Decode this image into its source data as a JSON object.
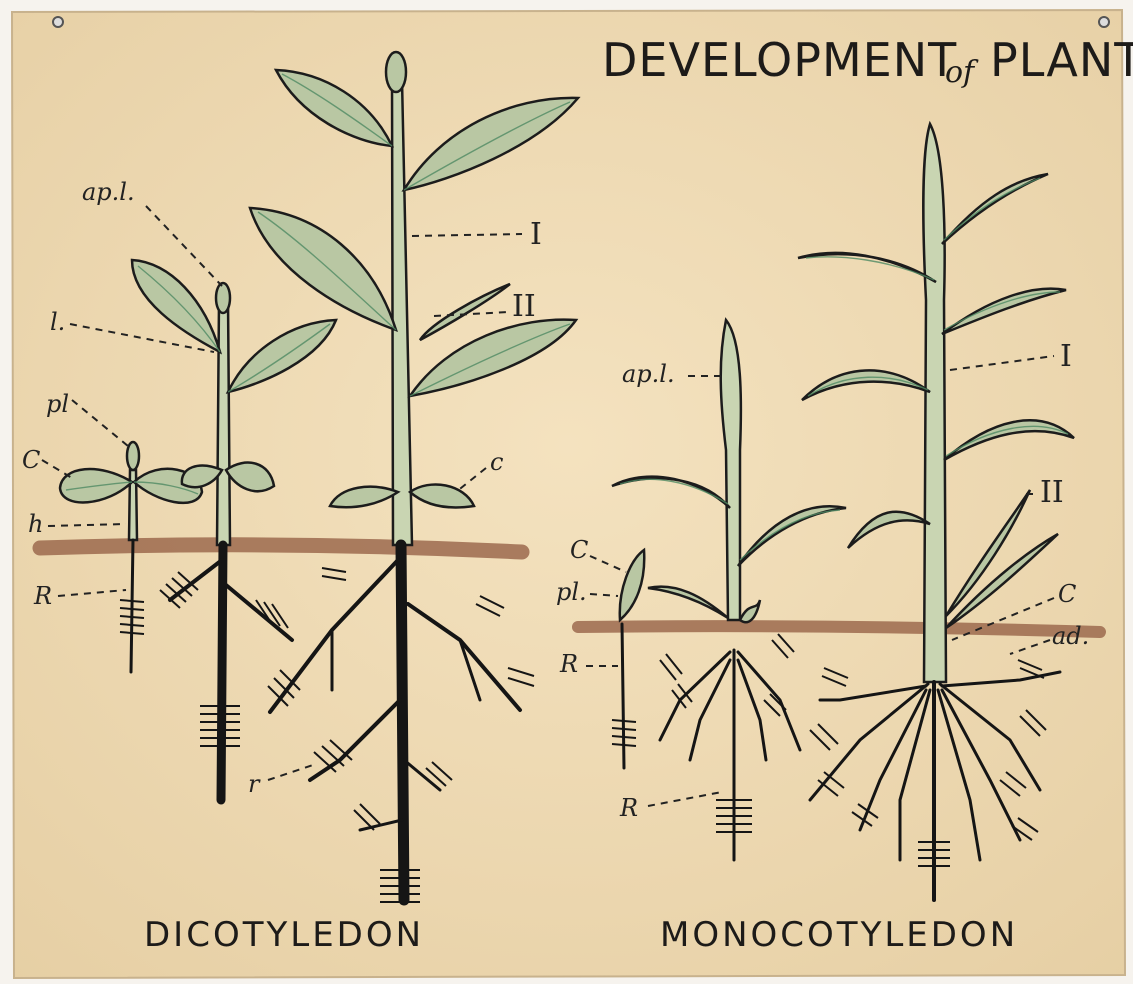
{
  "title": {
    "main": "DEVELOPMENT",
    "of": "of",
    "plant": "PLANT"
  },
  "sections": {
    "dicot": {
      "caption": "DICOTYLEDON",
      "labels": {
        "ap_l": "ap.l.",
        "l": "l.",
        "pl": "pl",
        "C": "C",
        "h": "h",
        "R": "R",
        "r": "r",
        "c": "c",
        "I": "I",
        "II": "II"
      }
    },
    "monocot": {
      "caption": "MONOCOTYLEDON",
      "labels": {
        "ap_l": "ap.l.",
        "C": "C",
        "pl": "pl.",
        "R": "R",
        "R2": "R",
        "I": "I",
        "II": "II",
        "C2": "C",
        "ad": "ad."
      }
    }
  },
  "colors": {
    "paper": "#f0dcb6",
    "soil": "#9c6a4d",
    "leaf": "#b9c7a3",
    "ink": "#1c1c1c",
    "vein": "#4f8a63"
  }
}
